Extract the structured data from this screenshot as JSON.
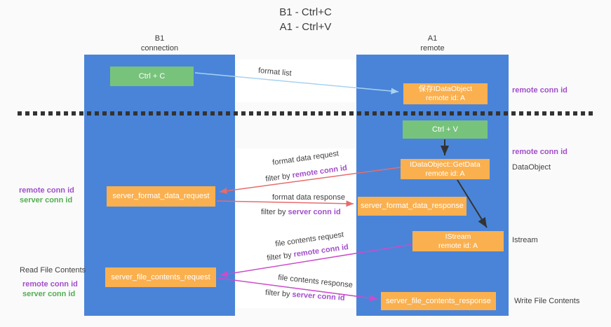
{
  "title": {
    "line1": "B1 - Ctrl+C",
    "line2": "A1 - Ctrl+V"
  },
  "columns": {
    "left": {
      "name": "B1",
      "role": "connection"
    },
    "right": {
      "name": "A1",
      "role": "remote"
    }
  },
  "nodes": {
    "ctrl_c": "Ctrl + C",
    "ctrl_v": "Ctrl + V",
    "save_idataobject": {
      "line1": "保存IDataObject",
      "line2": "remote id: A"
    },
    "getdata": {
      "line1": "IDataObject::GetData",
      "line2": "remote id: A"
    },
    "istream": {
      "line1": "IStream",
      "line2": "remote id: A"
    },
    "server_format_data_request": "server_format_data_request",
    "server_format_data_response": "server_format_data_response",
    "server_file_contents_request": "server_file_contents_request",
    "server_file_contents_response": "server_file_contents_response"
  },
  "side_labels": {
    "right_remote_conn_id_1": "remote conn id",
    "right_remote_conn_id_2": "remote conn id",
    "right_dataobject": "DataObject",
    "right_istream": "Istream",
    "right_write_file_contents": "Write File Contents",
    "left_remote_conn_id_1": "remote conn id",
    "left_server_conn_id_1": "server conn id",
    "left_read_file_contents": "Read File Contents",
    "left_remote_conn_id_2": "remote conn id",
    "left_server_conn_id_2": "server conn id"
  },
  "arrow_labels": {
    "format_list": "format list",
    "format_data_request": "format data request",
    "format_data_response": "format data response",
    "file_contents_request": "file contents request",
    "file_contents_response": "file contents response",
    "filter_by": "filter by",
    "remote_conn_id": "remote conn id",
    "server_conn_id": "server conn id"
  },
  "colors": {
    "column_blue": "#4a84d8",
    "box_green": "#77c37c",
    "box_orange": "#fab04f",
    "label_purple": "#a14fc9",
    "label_green": "#53ad53",
    "arrow_red": "#e86c6c",
    "arrow_magenta": "#cc4ccc",
    "arrow_lightblue": "#a8d2f0",
    "arrow_black": "#333333"
  }
}
